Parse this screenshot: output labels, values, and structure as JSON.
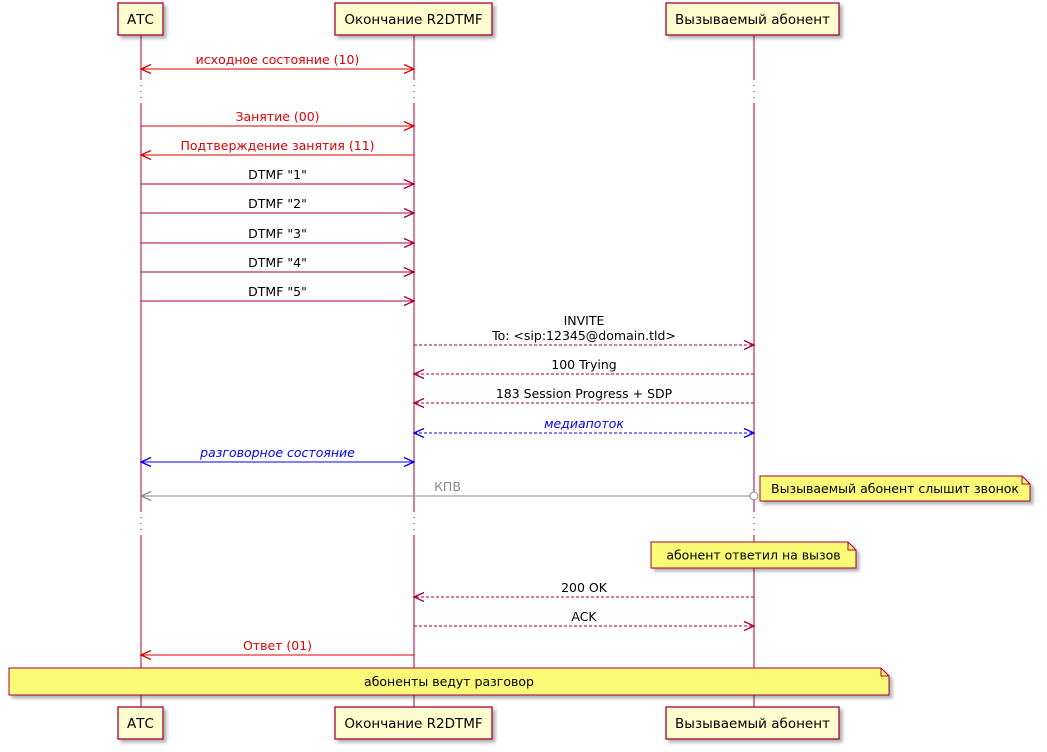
{
  "participants": [
    {
      "key": "atc",
      "name": "АТС"
    },
    {
      "key": "r2",
      "name": "Окончание R2DTMF"
    },
    {
      "key": "sub",
      "name": "Вызываемый абонент"
    }
  ],
  "colors": {
    "lifeline": "#a80036",
    "participant_fill": "#fefece",
    "participant_border": "#a80036",
    "note_fill": "#fbfb77",
    "note_border": "#a80036",
    "red": "#e00000",
    "dark": "#a80036",
    "blue": "#0000ff",
    "gray": "#8a8a8a",
    "label_red": "#e00000",
    "label_blue": "#0000ff",
    "label_black": "#000000",
    "label_gray": "#8a8a8a"
  },
  "messages": [
    {
      "from": "atc",
      "to": "r2",
      "lines": [
        "исходное состояние (10)"
      ],
      "style": "solid",
      "color": "red",
      "label_color": "label_red",
      "bidir": true
    },
    {
      "delay": true
    },
    {
      "from": "atc",
      "to": "r2",
      "lines": [
        "Занятие (00)"
      ],
      "style": "solid",
      "color": "red",
      "label_color": "label_red"
    },
    {
      "from": "r2",
      "to": "atc",
      "lines": [
        "Подтверждение занятия (11)"
      ],
      "style": "solid",
      "color": "red",
      "label_color": "label_red"
    },
    {
      "from": "atc",
      "to": "r2",
      "lines": [
        "DTMF \"1\""
      ],
      "style": "solid",
      "color": "dark",
      "label_color": "label_black"
    },
    {
      "from": "atc",
      "to": "r2",
      "lines": [
        "DTMF \"2\""
      ],
      "style": "solid",
      "color": "dark",
      "label_color": "label_black"
    },
    {
      "from": "atc",
      "to": "r2",
      "lines": [
        "DTMF \"3\""
      ],
      "style": "solid",
      "color": "dark",
      "label_color": "label_black"
    },
    {
      "from": "atc",
      "to": "r2",
      "lines": [
        "DTMF \"4\""
      ],
      "style": "solid",
      "color": "dark",
      "label_color": "label_black"
    },
    {
      "from": "atc",
      "to": "r2",
      "lines": [
        "DTMF \"5\""
      ],
      "style": "solid",
      "color": "dark",
      "label_color": "label_black"
    },
    {
      "from": "r2",
      "to": "sub",
      "lines": [
        "INVITE",
        "To: <sip:12345@domain.tld>"
      ],
      "style": "dashed",
      "color": "dark",
      "label_color": "label_black"
    },
    {
      "from": "sub",
      "to": "r2",
      "lines": [
        "100 Trying"
      ],
      "style": "dashed",
      "color": "dark",
      "label_color": "label_black"
    },
    {
      "from": "sub",
      "to": "r2",
      "lines": [
        "183 Session Progress + SDP"
      ],
      "style": "dashed",
      "color": "dark",
      "label_color": "label_black"
    },
    {
      "from": "r2",
      "to": "sub",
      "lines": [
        "медиапоток"
      ],
      "style": "dashed",
      "color": "blue",
      "label_color": "label_blue",
      "italic": true,
      "bidir": true
    },
    {
      "from": "atc",
      "to": "r2",
      "lines": [
        "разговорное состояние"
      ],
      "style": "solid",
      "color": "blue",
      "label_color": "label_blue",
      "italic": true,
      "bidir": true
    },
    {
      "from": "sub",
      "to": "atc",
      "lines": [
        "КПВ"
      ],
      "style": "solid",
      "color": "gray",
      "label_color": "label_gray",
      "circle_start": true,
      "note": {
        "text": "Вызываемый абонент слышит звонок",
        "side": "right",
        "of": "sub"
      }
    },
    {
      "delay": true
    },
    {
      "note": {
        "text": "абонент ответил на вызов",
        "side": "over",
        "of": "sub"
      }
    },
    {
      "from": "sub",
      "to": "r2",
      "lines": [
        "200 OK"
      ],
      "style": "dashed",
      "color": "dark",
      "label_color": "label_black"
    },
    {
      "from": "r2",
      "to": "sub",
      "lines": [
        "ACK"
      ],
      "style": "dashed",
      "color": "dark",
      "label_color": "label_black"
    },
    {
      "from": "r2",
      "to": "atc",
      "lines": [
        "Ответ (01)"
      ],
      "style": "solid",
      "color": "red",
      "label_color": "label_red"
    },
    {
      "note": {
        "text": "абоненты ведут разговор",
        "side": "across"
      }
    }
  ]
}
